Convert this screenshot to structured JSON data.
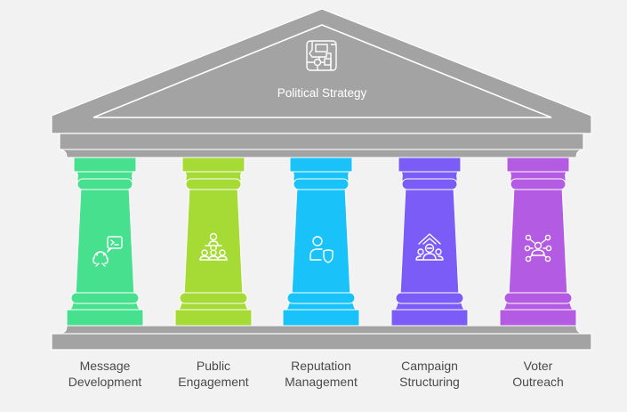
{
  "title": "Political Strategy",
  "title_icon": "flowchart-icon",
  "colors": {
    "background": "#f2f2f2",
    "stone": "#a3a3a3",
    "outline": "#ffffff",
    "label_text": "#4a4a4a"
  },
  "pillars": [
    {
      "line1": "Message",
      "line2": "Development",
      "icon": "speech-headset-icon",
      "color": "#47e08f"
    },
    {
      "line1": "Public",
      "line2": "Engagement",
      "icon": "presenter-audience-icon",
      "color": "#a6da35"
    },
    {
      "line1": "Reputation",
      "line2": "Management",
      "icon": "user-shield-icon",
      "color": "#19c2f8"
    },
    {
      "line1": "Campaign",
      "line2": "Structuring",
      "icon": "group-arrow-up-icon",
      "color": "#7b5cf6"
    },
    {
      "line1": "Voter",
      "line2": "Outreach",
      "icon": "user-network-icon",
      "color": "#b45be3"
    }
  ]
}
